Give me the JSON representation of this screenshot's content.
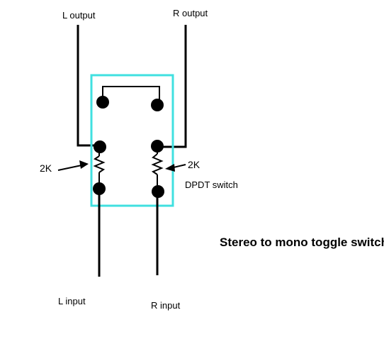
{
  "labels": {
    "l_output": "L output",
    "r_output": "R output",
    "l_input": "L input",
    "r_input": "R input",
    "resistor_left": "2K",
    "resistor_right": "2K",
    "switch_label": "DPDT switch",
    "title": "Stereo to mono toggle switch"
  },
  "colors": {
    "switch_outline": "#40E0E0",
    "wire": "#000000",
    "background": "#FFFFFF"
  }
}
